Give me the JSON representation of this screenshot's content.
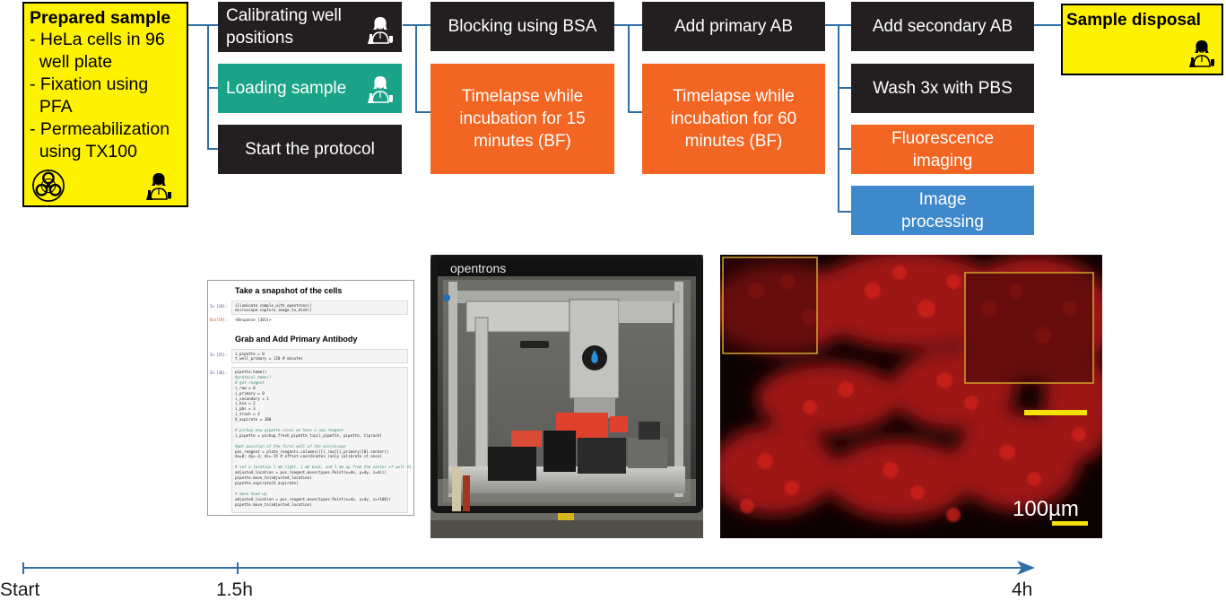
{
  "prep": {
    "title": "Prepared sample",
    "items": [
      "- HeLa cells in 96",
      "  well plate",
      "- Fixation using",
      "  PFA",
      "- Permeabilization",
      "  using TX100"
    ]
  },
  "steps": {
    "calibrate": [
      "Calibrating well",
      "positions"
    ],
    "loading": "Loading sample",
    "start": "Start the protocol",
    "bsa": "Blocking using BSA",
    "timelapse15": [
      "Timelapse while",
      "incubation for 15",
      "minutes (BF)"
    ],
    "primary": "Add primary AB",
    "timelapse60": [
      "Timelapse while",
      "incubation for 60",
      "minutes (BF)"
    ],
    "secondary": "Add secondary AB",
    "wash": "Wash 3x with PBS",
    "fluor": [
      "Fluorescence",
      "imaging"
    ],
    "processing": [
      "Image",
      "processing"
    ],
    "disposal": "Sample disposal"
  },
  "notebook": {
    "heading1": "Take a snapshot of the cells",
    "prompt1": "In [19]:",
    "code1": [
      "illuminate_sample_with_opentrons()",
      "microscope.capture_image_to_disk()"
    ],
    "out1_prompt": "Out[19]:",
    "out1": "<Response [301]>",
    "heading2": "Grab and Add Primary Antibody",
    "prompt2": "In [25]:",
    "code2": [
      "i_pipette = 0",
      "t_well_primary = 120 # minutes"
    ],
    "prompt3": "In [36]:",
    "code3": [
      "pipette.home()",
      "#protocol.home()",
      "# get reagent",
      "i_row = 0",
      "i_primary = 0",
      "i_secondary = 1",
      "i_bsa = 2",
      "i_pbs = 3",
      "i_trash = 4",
      "V_aspirate = 100",
      "",
      "# pickup new pipette since we have a new reagent",
      "i_pipette = pickup_fresh_pipette_tip(i_pipette, pipette, tiprack)",
      "",
      "#get position of the first well of the microscope",
      "pos_reagent = plate_reagents.columns()[i_row][i_primary][0].center()",
      "dx=0; dy=-3; dz=-15 # offset-coordinates (only calibrate it once)",
      "",
      "# set a location 1 mm right, 1 mm back, and 1 mm up from the center of well A1.",
      "adjusted_location = pos_reagent.move(types.Point(x=dx, y=dy, z=dz))",
      "pipette.move_to(adjusted_location)",
      "pipette.aspirate(V_aspirate)",
      "",
      "# move head up",
      "adjusted_location = pos_reagent.move(types.Point(x=dx, y=dy, z=+100))",
      "pipette.move_to(adjusted_location)"
    ]
  },
  "photo": {
    "brand": "opentrons"
  },
  "microscopy": {
    "scale_label": "100µm"
  },
  "timeline": {
    "labels": [
      "Start",
      "1.5h",
      "4h"
    ]
  },
  "icons": {
    "scientist": "scientist-icon",
    "biohazard": "biohazard-icon"
  },
  "colors": {
    "dark": "#231f20",
    "orange": "#f26522",
    "green": "#1aa386",
    "blue": "#3e88cc",
    "yellow": "#fff200",
    "connector": "#2f6fa8",
    "scale_bar": "#f5e10a"
  }
}
